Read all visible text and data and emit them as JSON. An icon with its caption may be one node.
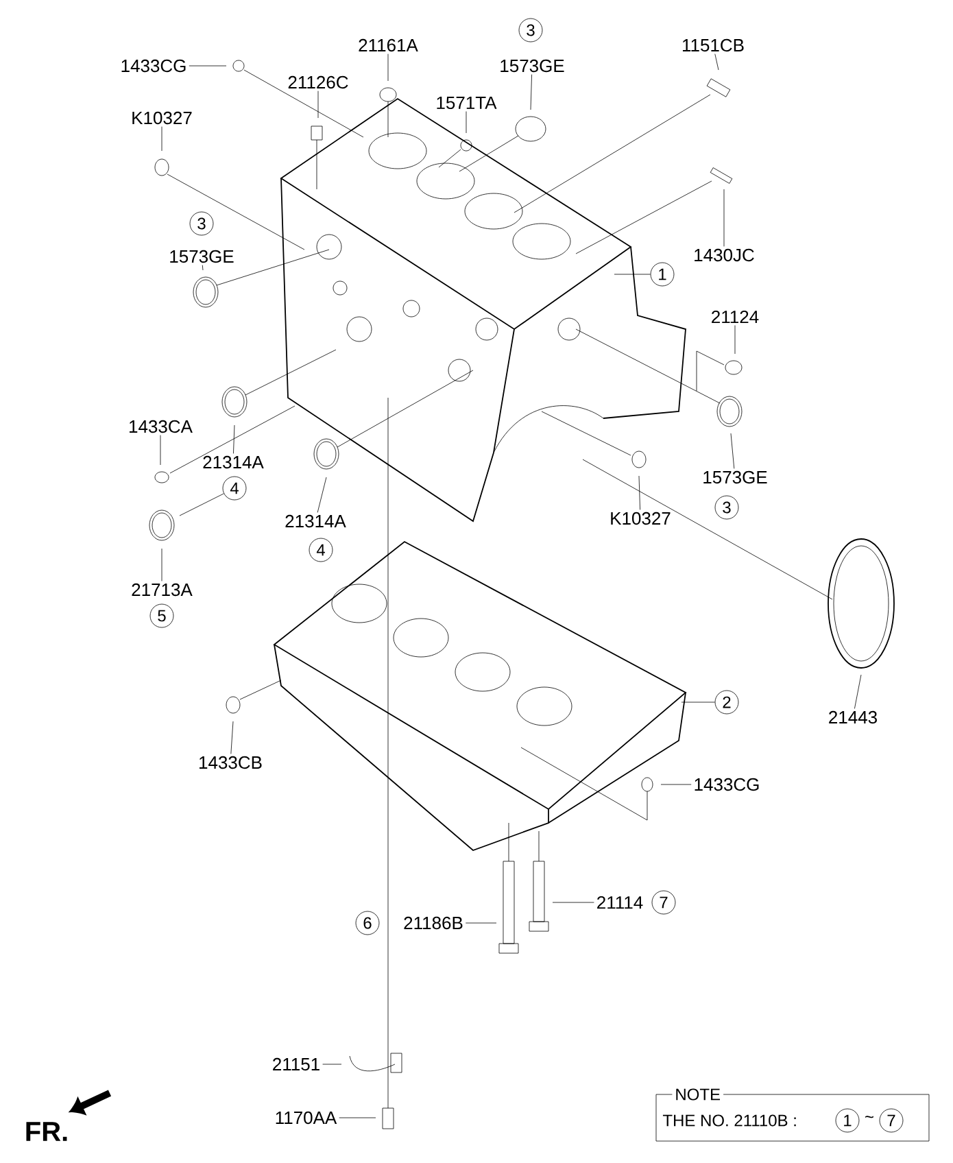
{
  "diagram": {
    "nodes": [
      {
        "text": [
          "3"
        ]
      },
      {
        "text": [
          "21161A"
        ]
      },
      {
        "text": [
          "1151CB"
        ]
      },
      {
        "text": [
          "1433CG"
        ]
      },
      {
        "text": [
          "1573GE"
        ]
      },
      {
        "text": [
          "21126C"
        ]
      },
      {
        "text": [
          "1571TA"
        ]
      },
      {
        "text": [
          "K10327"
        ]
      },
      {
        "text": [
          "3"
        ]
      },
      {
        "text": [
          "1573GE"
        ]
      },
      {
        "text": [
          "1430JC"
        ]
      },
      {
        "text": [
          "1"
        ]
      },
      {
        "text": [
          "21124"
        ]
      },
      {
        "text": [
          "1433CA"
        ]
      },
      {
        "text": [
          "21314A"
        ]
      },
      {
        "text": [
          "1573GE"
        ]
      },
      {
        "text": [
          "4"
        ]
      },
      {
        "text": [
          "3"
        ]
      },
      {
        "text": [
          "K10327"
        ]
      },
      {
        "text": [
          "21314A"
        ]
      },
      {
        "text": [
          "4"
        ]
      },
      {
        "text": [
          "21713A"
        ]
      },
      {
        "text": [
          "5"
        ]
      },
      {
        "text": [
          "2"
        ]
      },
      {
        "text": [
          "21443"
        ]
      },
      {
        "text": [
          "1433CB"
        ]
      },
      {
        "text": [
          "1433CG"
        ]
      },
      {
        "text": [
          "21114"
        ]
      },
      {
        "text": [
          "7"
        ]
      },
      {
        "text": [
          "6"
        ]
      },
      {
        "text": [
          "21186B"
        ]
      },
      {
        "text": [
          "21151"
        ]
      },
      {
        "text": [
          "1170AA"
        ]
      },
      {
        "text": [
          "NOTE",
          "THE NO. 21110B :"
        ]
      },
      {
        "text": [
          "1"
        ],
        "in": 33
      },
      {
        "text": [
          "7"
        ],
        "in": 33
      }
    ],
    "edges": [
      {
        "from": 3,
        "to": null,
        "arrow": "none"
      },
      {
        "from": 1,
        "to": null,
        "arrow": "none"
      },
      {
        "from": 5,
        "to": null,
        "arrow": "none"
      },
      {
        "from": 4,
        "to": null,
        "arrow": "none"
      },
      {
        "from": 6,
        "to": null,
        "arrow": "none"
      },
      {
        "from": 2,
        "to": null,
        "arrow": "none"
      },
      {
        "from": 7,
        "to": null,
        "arrow": "none"
      },
      {
        "from": 9,
        "to": null,
        "arrow": "none"
      },
      {
        "from": 10,
        "to": null,
        "arrow": "none"
      },
      {
        "from": 11,
        "to": null,
        "arrow": "none"
      },
      {
        "from": 12,
        "to": null,
        "arrow": "none"
      },
      {
        "from": 13,
        "to": null,
        "arrow": "none"
      },
      {
        "from": 14,
        "to": null,
        "arrow": "none"
      },
      {
        "from": 15,
        "to": null,
        "arrow": "none"
      },
      {
        "from": 18,
        "to": null,
        "arrow": "none"
      },
      {
        "from": 19,
        "to": null,
        "arrow": "none"
      },
      {
        "from": 21,
        "to": null,
        "arrow": "none"
      },
      {
        "from": 23,
        "to": null,
        "arrow": "none"
      },
      {
        "from": 24,
        "to": null,
        "arrow": "none"
      },
      {
        "from": 25,
        "to": null,
        "arrow": "none"
      },
      {
        "from": 26,
        "to": null,
        "arrow": "none"
      },
      {
        "from": 27,
        "to": null,
        "arrow": "none"
      },
      {
        "from": 30,
        "to": null,
        "arrow": "none"
      },
      {
        "from": 31,
        "to": null,
        "arrow": "none"
      },
      {
        "from": 32,
        "to": null,
        "arrow": "none"
      },
      {
        "from": 16,
        "to": null,
        "arrow": "none"
      }
    ],
    "labels": [
      "FR.",
      "~"
    ]
  }
}
